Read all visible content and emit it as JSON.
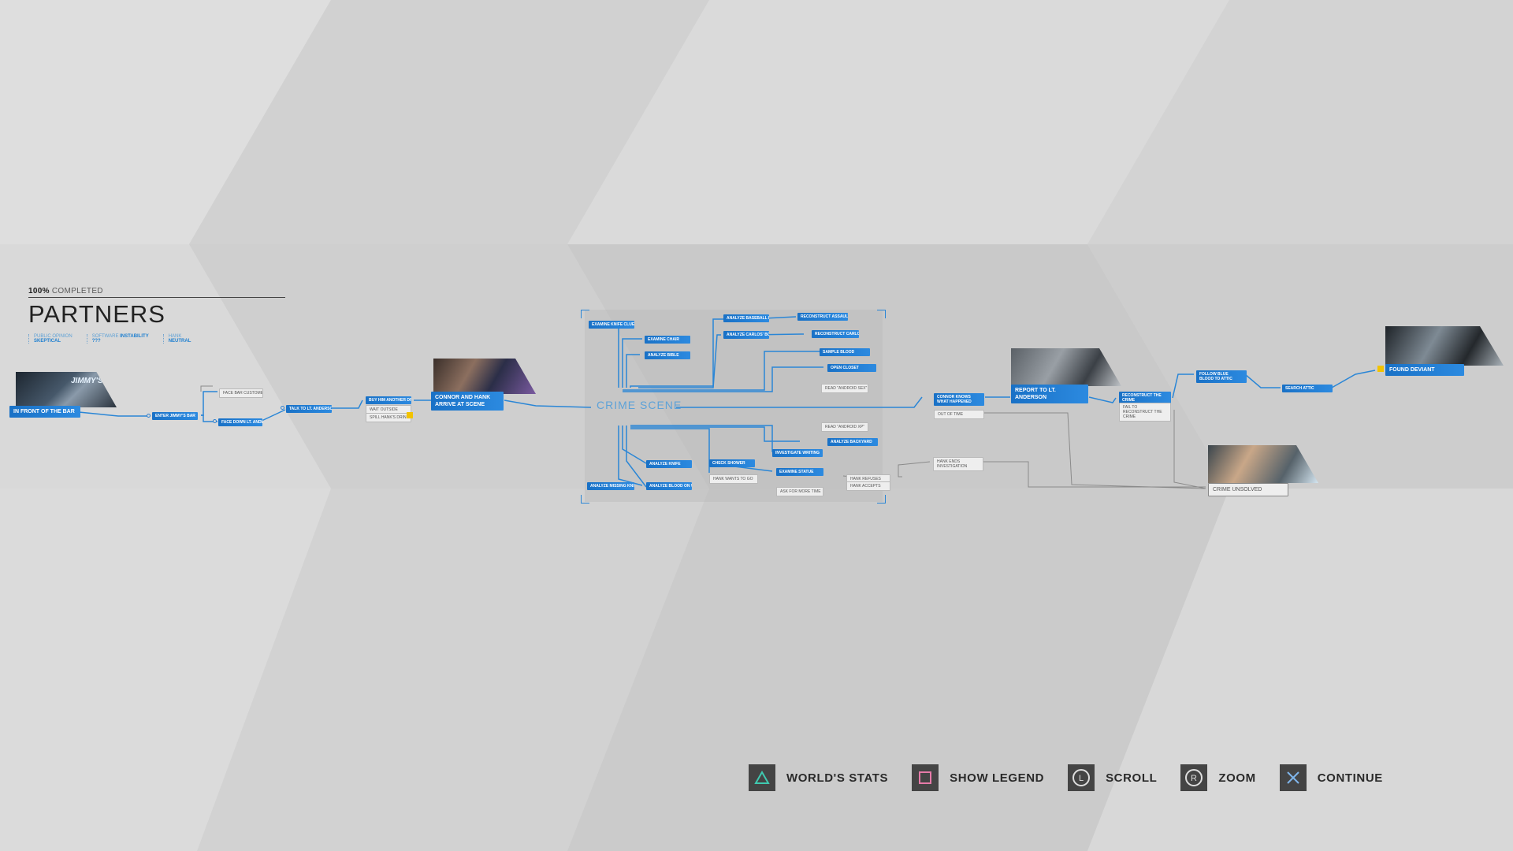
{
  "chapter": {
    "percent": "100%",
    "completed_label": "COMPLETED",
    "title": "PARTNERS",
    "stats": [
      {
        "key": "PUBLIC OPINION",
        "value": "SKEPTICAL"
      },
      {
        "key": "SOFTWARE",
        "value2": "INSTABILITY",
        "value": "???"
      },
      {
        "key": "HANK",
        "value": "NEUTRAL"
      }
    ]
  },
  "crime_scene_label": "CRIME SCENE",
  "nodes": {
    "in_front_of_bar": "IN FRONT OF THE BAR",
    "enter_jimmys_bar": "ENTER JIMMY'S BAR",
    "face_bar_customers": "FACE BAR CUSTOMERS",
    "face_down_lt_anderson": "FACE DOWN LT. ANDERSON",
    "talk_to_lt_anderson": "TALK TO LT. ANDERSON",
    "buy_him_another_drink": "BUY HIM ANOTHER DRINK",
    "wait_outside": "WAIT OUTSIDE",
    "spill_hanks_drink": "SPILL HANK'S DRINK",
    "connor_hank_arrive": "CONNOR AND HANK ARRIVE AT SCENE",
    "examine_knife_clue": "EXAMINE KNIFE CLUE SCAN",
    "examine_chair": "EXAMINE CHAIR",
    "analyze_bible": "ANALYZE BIBLE",
    "analyze_baseball_bat": "ANALYZE BASEBALL BAT",
    "reconstruct_assault": "RECONSTRUCT ASSAULT WITH BAT",
    "analyze_carlos_body": "ANALYZE CARLOS' BODY",
    "reconstruct_last_moments": "RECONSTRUCT CARLOS' LAST MOMENTS",
    "sample_blood": "SAMPLE BLOOD",
    "open_closet": "OPEN CLOSET",
    "read_android_sex": "READ \"ANDROID SEX\"",
    "read_android_2": "READ \"ANDROID XP\"",
    "analyze_backyard": "ANALYZE BACKYARD",
    "investigate_writing": "INVESTIGATE WRITING",
    "analyze_knife": "ANALYZE KNIFE",
    "check_shower": "CHECK SHOWER",
    "examine_statue": "EXAMINE STATUE",
    "hank_wants_to_go": "HANK WANTS TO GO",
    "ask_for_more_time": "ASK FOR MORE TIME",
    "analyze_missing_knife": "ANALYZE MISSING KNIFE",
    "analyze_blood_walls": "ANALYZE BLOOD ON WALLS",
    "hank_refuses": "HANK REFUSES",
    "hank_accepts": "HANK ACCEPTS",
    "connor_knows": "CONNOR KNOWS WHAT HAPPENED",
    "out_of_time": "OUT OF TIME",
    "hank_ends_investigation": "HANK ENDS INVESTIGATION",
    "report_to_lt": "REPORT TO LT. ANDERSON",
    "reconstruct_crime": "RECONSTRUCT THE CRIME",
    "fail_to_reconstruct": "FAIL TO RECONSTRUCT THE CRIME",
    "follow_blue_blood": "FOLLOW BLUE BLOOD TO ATTIC",
    "search_attic": "SEARCH ATTIC",
    "found_deviant": "FOUND DEVIANT",
    "crime_unsolved": "CRIME UNSOLVED"
  },
  "thumb_sign": "JIMMY'S",
  "buttons": [
    {
      "label": "WORLD'S STATS",
      "icon": "triangle-icon",
      "color": "#3fc9b0"
    },
    {
      "label": "SHOW LEGEND",
      "icon": "square-icon",
      "color": "#e67aa8"
    },
    {
      "label": "SCROLL",
      "icon": "left-stick-icon",
      "color": "#dddddd"
    },
    {
      "label": "ZOOM",
      "icon": "right-stick-icon",
      "color": "#dddddd"
    },
    {
      "label": "CONTINUE",
      "icon": "cross-icon",
      "color": "#7fb5ea"
    }
  ],
  "colors": {
    "accent": "#1f7bd1",
    "background": "#d4d4d4"
  }
}
